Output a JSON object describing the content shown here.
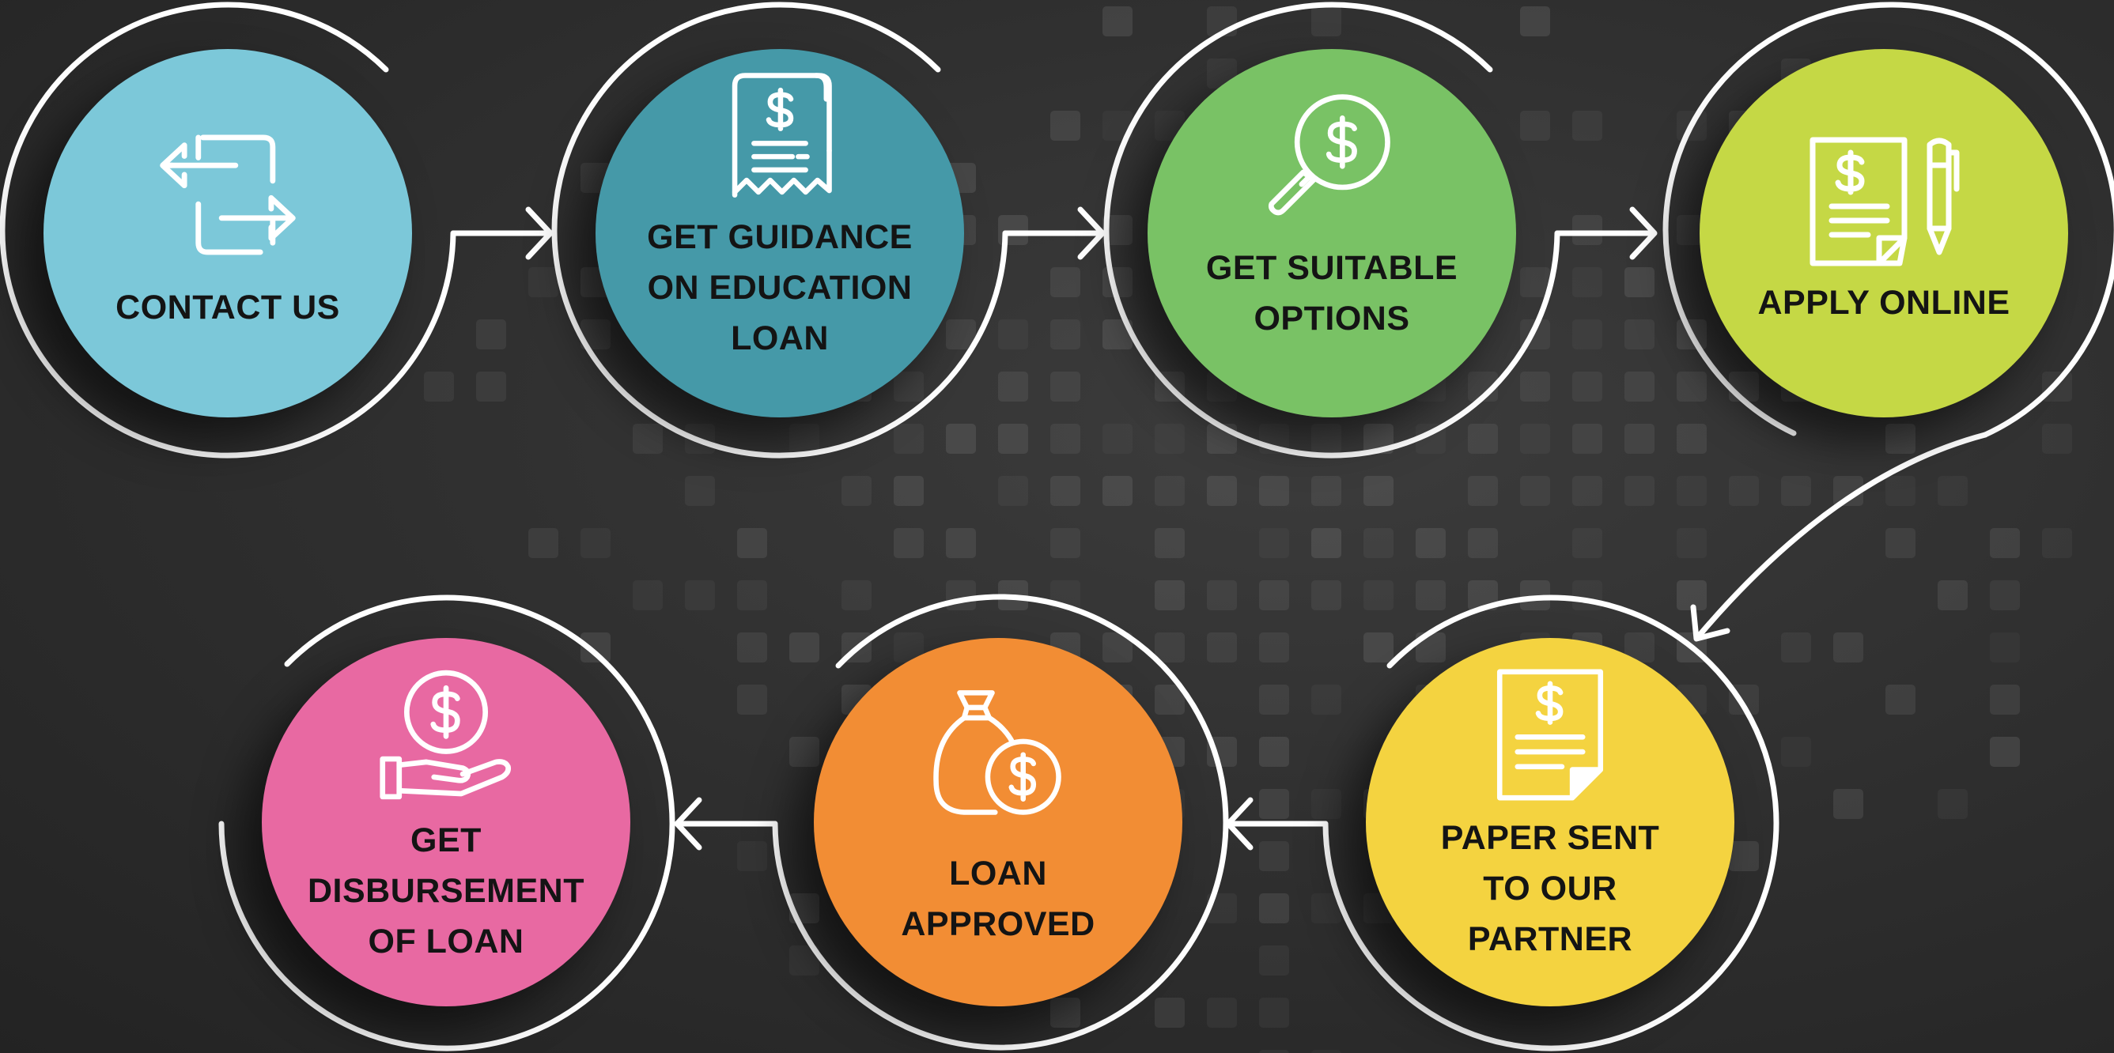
{
  "colors": {
    "background": "#303030",
    "ring": "#ffffff",
    "label_text": "#141414",
    "icon": "#ffffff"
  },
  "steps": [
    {
      "id": "contact-us",
      "lines": [
        "CONTACT US"
      ],
      "color": "#7cc8d9",
      "icon": "exchange-arrows-icon"
    },
    {
      "id": "get-guidance",
      "lines": [
        "GET GUIDANCE",
        "ON EDUCATION",
        "LOAN"
      ],
      "color": "#4599a8",
      "icon": "receipt-dollar-icon"
    },
    {
      "id": "get-suitable-options",
      "lines": [
        "GET SUITABLE",
        "OPTIONS"
      ],
      "color": "#79c265",
      "icon": "magnifier-dollar-icon"
    },
    {
      "id": "apply-online",
      "lines": [
        "APPLY ONLINE"
      ],
      "color": "#c5d845",
      "icon": "document-pen-icon"
    },
    {
      "id": "paper-sent",
      "lines": [
        "PAPER SENT",
        "TO OUR",
        "PARTNER"
      ],
      "color": "#f4d340",
      "icon": "document-dollar-icon"
    },
    {
      "id": "loan-approved",
      "lines": [
        "LOAN",
        "APPROVED"
      ],
      "color": "#f28d34",
      "icon": "money-bag-icon"
    },
    {
      "id": "get-disbursement",
      "lines": [
        "GET",
        "DISBURSEMENT",
        "OF LOAN"
      ],
      "color": "#e869a2",
      "icon": "hand-coin-icon"
    }
  ]
}
